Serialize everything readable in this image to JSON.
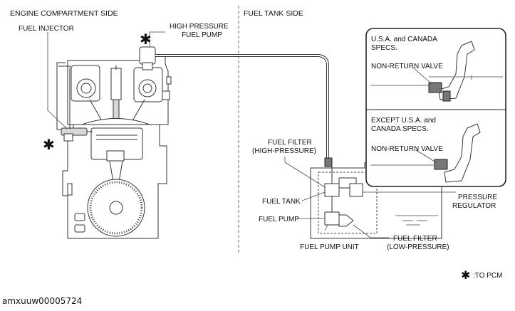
{
  "headers": {
    "engine_side": "ENGINE COMPARTMENT SIDE",
    "tank_side": "FUEL TANK SIDE"
  },
  "labels": {
    "fuel_injector": "FUEL INJECTOR",
    "hp_pump_1": "HIGH PRESSURE",
    "hp_pump_2": "FUEL PUMP",
    "filter_hp_1": "FUEL FILTER",
    "filter_hp_2": "(HIGH-PRESSURE)",
    "fuel_tank": "FUEL TANK",
    "fuel_pump": "FUEL PUMP",
    "fuel_pump_unit": "FUEL PUMP UNIT",
    "filter_lp_1": "FUEL FILTER",
    "filter_lp_2": "(LOW-PRESSURE)",
    "pressure_1": "PRESSURE",
    "pressure_2": "REGULATOR"
  },
  "inset": {
    "usa_1": "U.S.A. and CANADA",
    "usa_2": "SPECS.",
    "nrv_top": "NON-RETURN VALVE",
    "except_1": "EXCEPT U.S.A. and",
    "except_2": "CANADA SPECS.",
    "nrv_bottom": "NON-RETURN VALVE"
  },
  "legend": {
    "symbol": "✱",
    "text": ":TO PCM"
  },
  "code": "amxuuw00005724"
}
